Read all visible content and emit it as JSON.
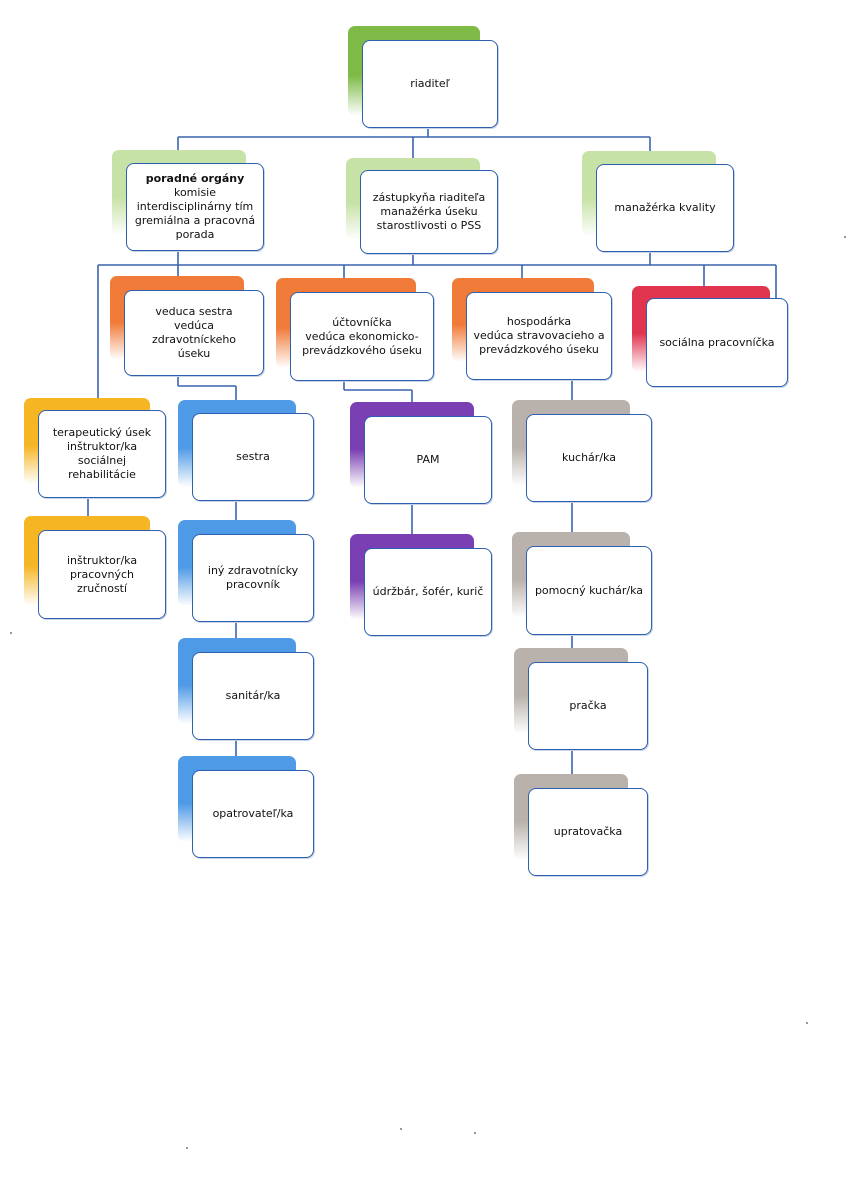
{
  "colors": {
    "line": "#3a64b0",
    "green": "#7fba47",
    "green_light": "#c7e2a6",
    "orange": "#f07a37",
    "red": "#e0344f",
    "yellow": "#f6b522",
    "blue": "#4f9ae6",
    "purple": "#7a3fb3",
    "gray": "#b9b1ab"
  },
  "nodes": {
    "riaditel": [
      "riaditeľ"
    ],
    "poradne": [
      "poradné orgány",
      "komisie",
      "interdisciplinárny tím",
      "gremiálna a pracovná",
      "porada"
    ],
    "zastupkyna": [
      "zástupkyňa riaditeľa",
      "manažérka úseku",
      "starostlivosti o PSS"
    ],
    "manazerka_kvality": [
      "manažérka kvality"
    ],
    "veduca_sestra": [
      "veduca sestra",
      "vedúca zdravotníckeho",
      "úseku"
    ],
    "uctovnicka": [
      "účtovníčka",
      "vedúca ekonomicko-",
      "prevádzkového úseku"
    ],
    "hospodarka": [
      "hospodárka",
      "vedúca stravovacieho a",
      "prevádzkového úseku"
    ],
    "socialna": [
      "sociálna pracovníčka"
    ],
    "terapeuticky": [
      "terapeutický úsek",
      "inštruktor/ka",
      "sociálnej",
      "rehabilitácie"
    ],
    "instruktor": [
      "inštruktor/ka",
      "pracovných zručností"
    ],
    "sestra": [
      "sestra"
    ],
    "iny_zdravotnicky": [
      "iný zdravotnícky",
      "pracovník"
    ],
    "sanitar": [
      "sanitár/ka"
    ],
    "opatrovatel": [
      "opatrovateľ/ka"
    ],
    "pam": [
      "PAM"
    ],
    "udrzbar": [
      "údržbár, šofér, kurič"
    ],
    "kuchar": [
      "kuchár/ka"
    ],
    "pomocny_kuchar": [
      "pomocný kuchár/ka"
    ],
    "pracka": [
      "pračka"
    ],
    "upratovacka": [
      "upratovačka"
    ]
  }
}
